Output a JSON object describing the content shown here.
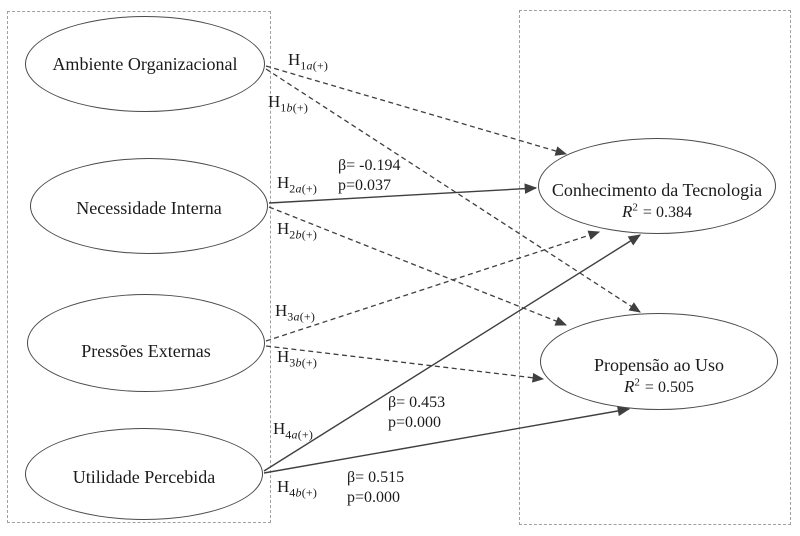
{
  "colors": {
    "line": "#3f3f3f",
    "ellipse_stroke": "#4a4a4a",
    "panel_border": "#9aa1a9",
    "text": "#1b1b1b",
    "background": "#ffffff"
  },
  "nodes_left": [
    {
      "label": "Ambiente Organizacional"
    },
    {
      "label": "Necessidade Interna"
    },
    {
      "label": "Pressões Externas"
    },
    {
      "label": "Utilidade Percebida"
    }
  ],
  "nodes_right": [
    {
      "label": "Conhecimento da Tecnologia",
      "r2_symbol": "R",
      "r2_exponent": "2",
      "r2_value": "= 0.384"
    },
    {
      "label": "Propensão ao Uso",
      "r2_symbol": "R",
      "r2_exponent": "2",
      "r2_value": "= 0.505"
    }
  ],
  "hypotheses": [
    {
      "base": "H",
      "num": "1",
      "letter": "a",
      "sign": "(+)",
      "path_style": "dashed"
    },
    {
      "base": "H",
      "num": "1",
      "letter": "b",
      "sign": "(+)",
      "path_style": "dashed"
    },
    {
      "base": "H",
      "num": "2",
      "letter": "a",
      "sign": "(+)",
      "path_style": "solid"
    },
    {
      "base": "H",
      "num": "2",
      "letter": "b",
      "sign": "(+)",
      "path_style": "dashed"
    },
    {
      "base": "H",
      "num": "3",
      "letter": "a",
      "sign": "(+)",
      "path_style": "dashed"
    },
    {
      "base": "H",
      "num": "3",
      "letter": "b",
      "sign": "(+)",
      "path_style": "dashed"
    },
    {
      "base": "H",
      "num": "4",
      "letter": "a",
      "sign": "(+)",
      "path_style": "solid"
    },
    {
      "base": "H",
      "num": "4",
      "letter": "b",
      "sign": "(+)",
      "path_style": "solid"
    }
  ],
  "coefficients": [
    {
      "on_path": "H2a",
      "beta": "β= -0.194",
      "p": "p=0.037"
    },
    {
      "on_path": "H4a",
      "beta": "β= 0.453",
      "p": "p=0.000"
    },
    {
      "on_path": "H4b",
      "beta": "β= 0.515",
      "p": "p=0.000"
    }
  ]
}
